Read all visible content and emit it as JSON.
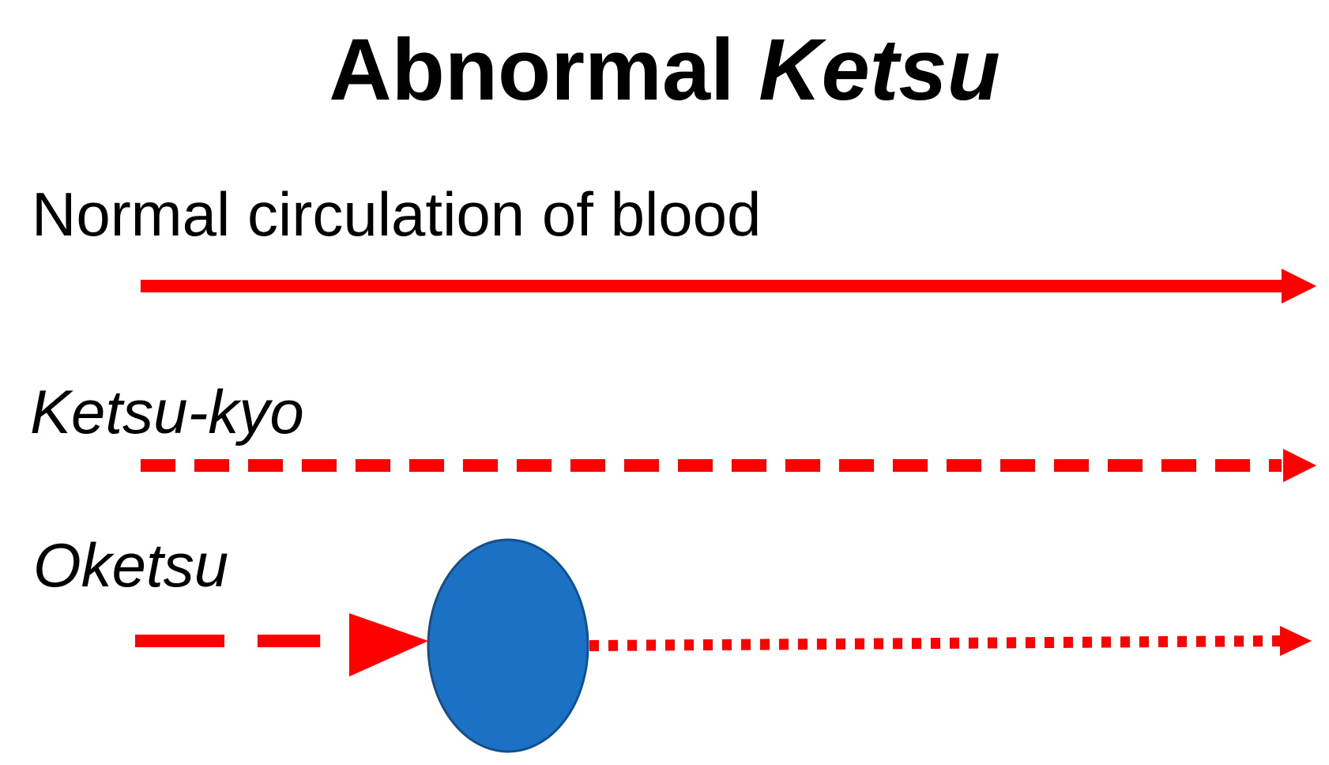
{
  "title": {
    "regular": "Abnormal ",
    "italic": "Ketsu"
  },
  "rows": [
    {
      "label": "Normal circulation of blood",
      "line_style": "solid"
    },
    {
      "label": "Ketsu-kyo",
      "line_style": "dashed"
    },
    {
      "label": "Oketsu",
      "line_style": "dashed-then-dotted",
      "blockage": "oval"
    }
  ],
  "colors": {
    "arrow": "#ff0000",
    "blockage_fill": "#1b72c4",
    "blockage_stroke": "#134f8a",
    "text": "#000000"
  }
}
